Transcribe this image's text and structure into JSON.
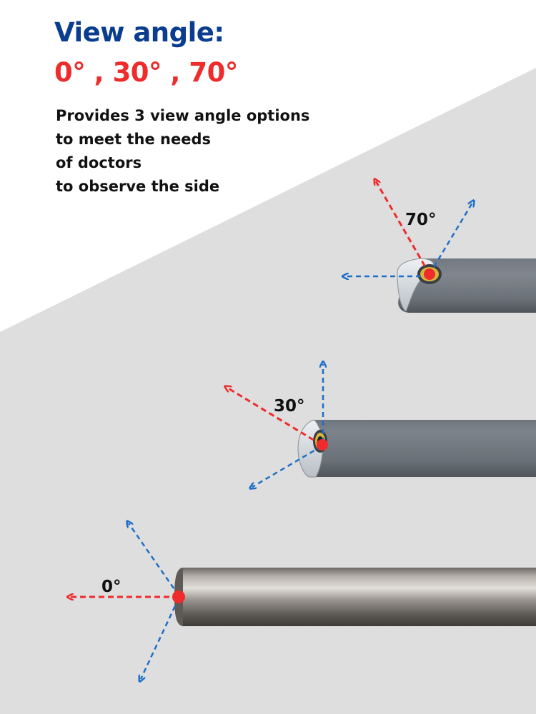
{
  "heading": {
    "title": "View angle:",
    "angles": "0° , 30° , 70°"
  },
  "description": {
    "lines": [
      "Provides 3 view angle options",
      "to meet the needs",
      "of doctors",
      "to observe the side"
    ]
  },
  "labels": {
    "seventy": "70°",
    "thirty": "30°",
    "zero": "0°"
  },
  "colors": {
    "title": "#0a3d8f",
    "accent_red": "#ee2c2c",
    "arrow_blue": "#1f6fc8",
    "background_panel": "#dedede"
  }
}
